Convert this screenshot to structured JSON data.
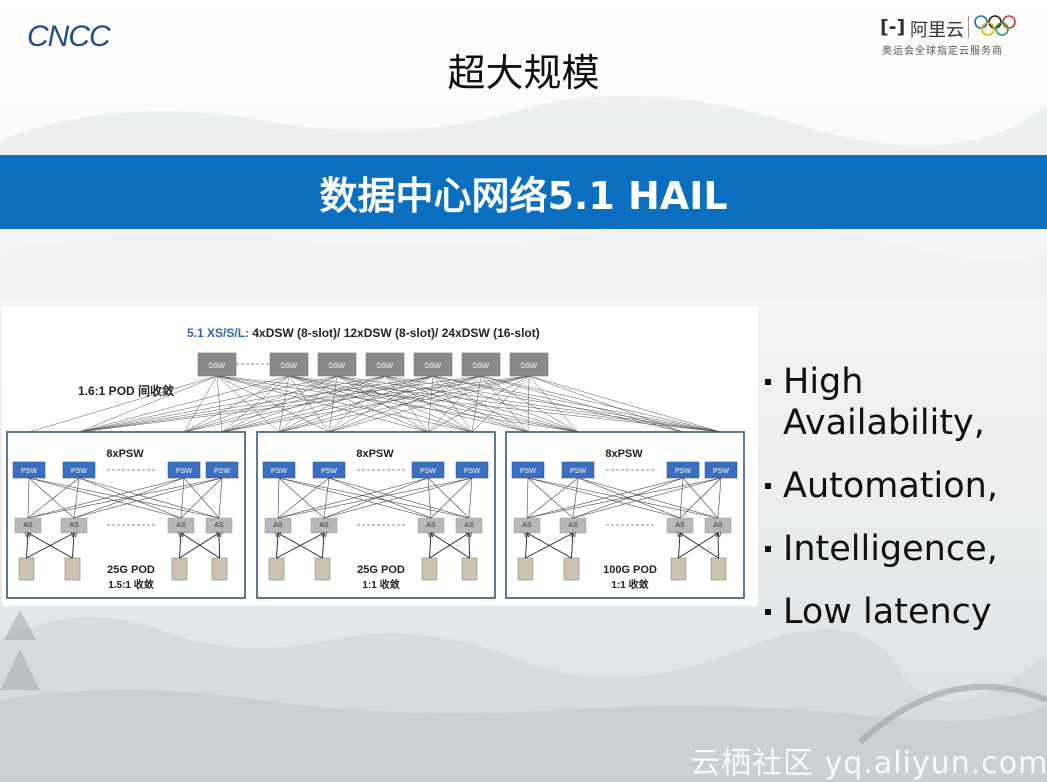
{
  "header": {
    "cncc_logo": "CNCC",
    "aliyun_mark": "[-]",
    "aliyun_name": "阿里云",
    "aliyun_sub": "奥运会全球指定云服务商",
    "page_title": "超大规模"
  },
  "banner": {
    "title": "数据中心网络5.1 HAIL"
  },
  "diagram": {
    "heading_prefix": "5.1 XS/S/L:",
    "heading_rest": " 4xDSW (8-slot)/ 12xDSW (8-slot)/ 24xDSW (16-slot)",
    "dsw_label": "DSW",
    "pod_ratio_label": "1.6:1 POD 间收敛",
    "psw_group_label": "8xPSW",
    "psw_label": "PSW",
    "asw_label_top": "AS",
    "asw_label_bottom": "W",
    "pods": [
      {
        "speed": "25G POD",
        "ratio": "1.5:1 收敛"
      },
      {
        "speed": "25G POD",
        "ratio": "1:1 收敛"
      },
      {
        "speed": "100G POD",
        "ratio": "1:1 收敛"
      }
    ]
  },
  "bullets": [
    {
      "text": "High Availability,"
    },
    {
      "text": "Automation,"
    },
    {
      "text": "Intelligence,"
    },
    {
      "text": "Low latency"
    }
  ],
  "watermark": "云栖社区 yq.aliyun.com",
  "colors": {
    "banner": "#0a6fc1",
    "psw": "#3a6fc4",
    "dsw": "#8a8a8a",
    "heading_blue": "#2e64b0",
    "pod_border": "#3b5573"
  }
}
